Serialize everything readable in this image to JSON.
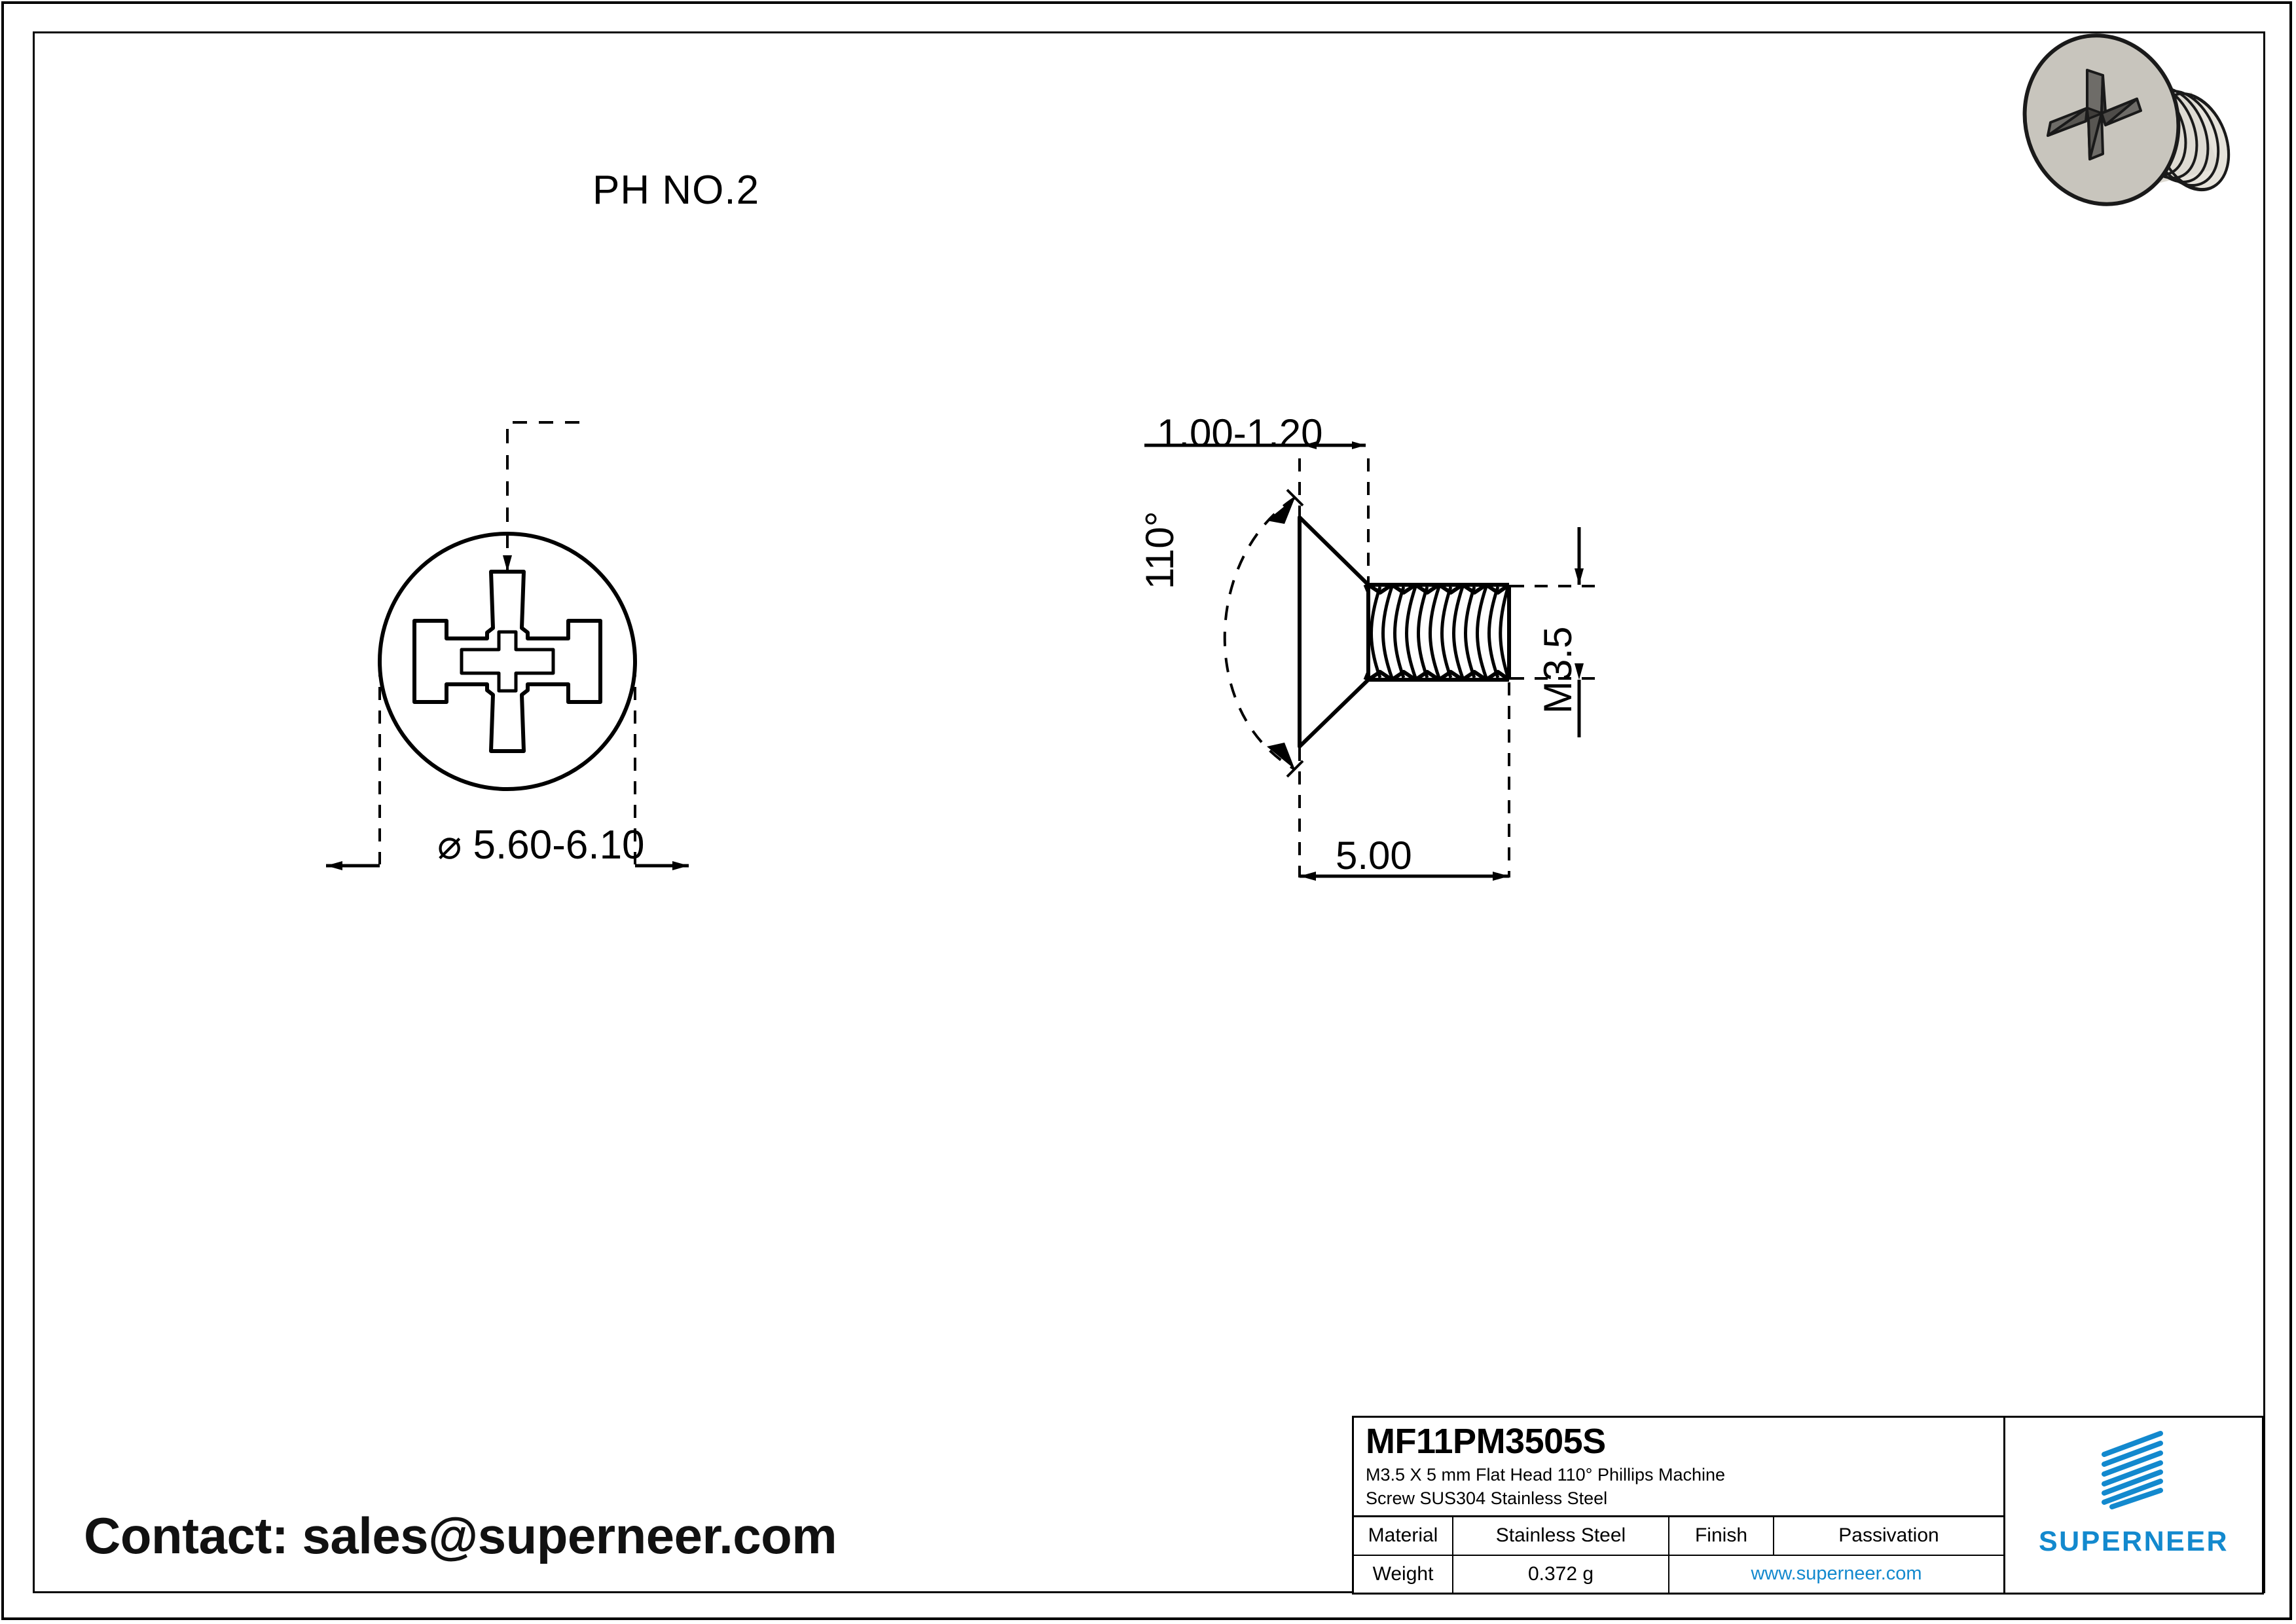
{
  "drawing": {
    "top_view": {
      "recess_callout": "PH NO.2",
      "diameter_dimension": "⌀ 5.60-6.10"
    },
    "side_view": {
      "head_thickness": "1.00-1.20",
      "head_angle": "110°",
      "thread_size": "M3.5",
      "length": "5.00"
    }
  },
  "contact": {
    "line": "Contact: sales@superneer.com"
  },
  "title_block": {
    "part_number": "MF11PM3505S",
    "description_line1": "M3.5 X 5 mm  Flat Head 110° Phillips Machine",
    "description_line2": "Screw SUS304 Stainless Steel",
    "rows": [
      {
        "label": "Material",
        "value": "Stainless Steel",
        "label2": "Finish",
        "value2": "Passivation"
      },
      {
        "label": "Weight",
        "value": "0.372 g",
        "url": "www.superneer.com"
      }
    ],
    "brand": "SUPERNEER",
    "brand_color": "#1389ce"
  },
  "colors": {
    "line": "#000000",
    "brand_blue": "#1389ce",
    "metal_head": "#c8c5bd",
    "metal_recess": "#6e6c68",
    "metal_shank": "#d8d5cd"
  }
}
